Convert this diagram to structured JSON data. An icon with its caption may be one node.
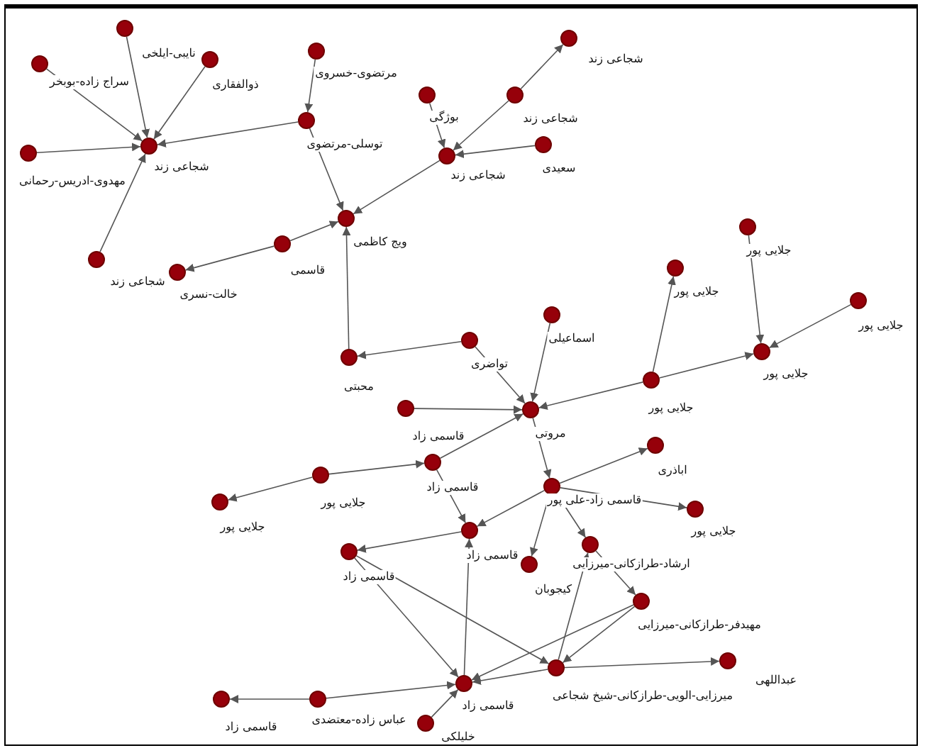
{
  "diagram": {
    "nodes": [
      {
        "text": [
          "نایبی-ایلخی"
        ]
      },
      {
        "text": [
          "سراج زاده-بوبخر"
        ]
      },
      {
        "text": [
          "ذوالفقاری"
        ]
      },
      {
        "text": [
          "مهدوی-ادریس-رحمانی"
        ]
      },
      {
        "text": [
          "شجاعی زند"
        ]
      },
      {
        "text": [
          "شجاعی زند"
        ]
      },
      {
        "text": [
          "مرتضوی-خسروی"
        ]
      },
      {
        "text": [
          "توسلی-مرتضوی"
        ]
      },
      {
        "text": [
          "ویج کاظمی"
        ]
      },
      {
        "text": [
          "قاسمی"
        ]
      },
      {
        "text": [
          "خالت-نسری"
        ]
      },
      {
        "text": [
          "بوژگی"
        ]
      },
      {
        "text": [
          "شجاعی زند"
        ]
      },
      {
        "text": [
          "شجاعی زند"
        ]
      },
      {
        "text": [
          "سعیدی"
        ]
      },
      {
        "text": [
          "شجاعی زند"
        ]
      },
      {
        "text": [
          "محبتی"
        ]
      },
      {
        "text": [
          "تواضری"
        ]
      },
      {
        "text": [
          "اسماعیلی"
        ]
      },
      {
        "text": [
          "مروتی"
        ]
      },
      {
        "text": [
          "قاسمی زاد"
        ]
      },
      {
        "text": [
          "جلایی پور"
        ]
      },
      {
        "text": [
          "جلایی پور"
        ]
      },
      {
        "text": [
          "جلایی پور"
        ]
      },
      {
        "text": [
          "جلایی پور"
        ]
      },
      {
        "text": [
          "جلایی پور"
        ]
      },
      {
        "text": [
          "قاسمی زاد"
        ]
      },
      {
        "text": [
          "جلایی پور"
        ]
      },
      {
        "text": [
          "جلایی پور"
        ]
      },
      {
        "text": [
          "قاسمی زاد-علی پور"
        ]
      },
      {
        "text": [
          "اباذری"
        ]
      },
      {
        "text": [
          "جلایی پور"
        ]
      },
      {
        "text": [
          "قاسمی زاد"
        ]
      },
      {
        "text": [
          "کیجوبان"
        ]
      },
      {
        "text": [
          "ارشاد-طرازکانی-میرزایی"
        ]
      },
      {
        "text": [
          "قاسمی زاد"
        ]
      },
      {
        "text": [
          "مهیدفر-طرازکانی-میرزایی"
        ]
      },
      {
        "text": [
          "قاسمی زاد"
        ]
      },
      {
        "text": [
          "میرزایی-الویی-طرازکانی-شیخ شجاعی"
        ]
      },
      {
        "text": [
          "عبداللهی"
        ]
      },
      {
        "text": [
          "عباس زاده-معتضدی"
        ]
      },
      {
        "text": [
          "قاسمی زاد"
        ]
      },
      {
        "text": [
          "خلیلکی"
        ]
      }
    ],
    "edges": [
      {
        "from": 0,
        "to": 4,
        "arrow": "to"
      },
      {
        "from": 1,
        "to": 4,
        "arrow": "to"
      },
      {
        "from": 2,
        "to": 4,
        "arrow": "to"
      },
      {
        "from": 3,
        "to": 4,
        "arrow": "to"
      },
      {
        "from": 5,
        "to": 4,
        "arrow": "to"
      },
      {
        "from": 7,
        "to": 4,
        "arrow": "to"
      },
      {
        "from": 6,
        "to": 7,
        "arrow": "to"
      },
      {
        "from": 7,
        "to": 8,
        "arrow": "to"
      },
      {
        "from": 15,
        "to": 8,
        "arrow": "to"
      },
      {
        "from": 9,
        "to": 8,
        "arrow": "to"
      },
      {
        "from": 9,
        "to": 10,
        "arrow": "to"
      },
      {
        "from": 16,
        "to": 8,
        "arrow": "to"
      },
      {
        "from": 11,
        "to": 15,
        "arrow": "to"
      },
      {
        "from": 14,
        "to": 15,
        "arrow": "to"
      },
      {
        "from": 13,
        "to": 15,
        "arrow": "to"
      },
      {
        "from": 13,
        "to": 12,
        "arrow": "to"
      },
      {
        "from": 17,
        "to": 16,
        "arrow": "to"
      },
      {
        "from": 17,
        "to": 19,
        "arrow": "to"
      },
      {
        "from": 18,
        "to": 19,
        "arrow": "to"
      },
      {
        "from": 20,
        "to": 19,
        "arrow": "to"
      },
      {
        "from": 25,
        "to": 19,
        "arrow": "to"
      },
      {
        "from": 25,
        "to": 21,
        "arrow": "to"
      },
      {
        "from": 25,
        "to": 24,
        "arrow": "to"
      },
      {
        "from": 22,
        "to": 24,
        "arrow": "to"
      },
      {
        "from": 23,
        "to": 24,
        "arrow": "to"
      },
      {
        "from": 26,
        "to": 19,
        "arrow": "to"
      },
      {
        "from": 27,
        "to": 26,
        "arrow": "to"
      },
      {
        "from": 27,
        "to": 28,
        "arrow": "to"
      },
      {
        "from": 19,
        "to": 29,
        "arrow": "to"
      },
      {
        "from": 29,
        "to": 30,
        "arrow": "to"
      },
      {
        "from": 29,
        "to": 32,
        "arrow": "to"
      },
      {
        "from": 29,
        "to": 33,
        "arrow": "to"
      },
      {
        "from": 29,
        "to": 34,
        "arrow": "to"
      },
      {
        "from": 29,
        "to": 31,
        "arrow": "to"
      },
      {
        "from": 26,
        "to": 32,
        "arrow": "to"
      },
      {
        "from": 32,
        "to": 35,
        "arrow": "to"
      },
      {
        "from": 37,
        "to": 32,
        "arrow": "to"
      },
      {
        "from": 35,
        "to": 37,
        "arrow": "to"
      },
      {
        "from": 35,
        "to": 38,
        "arrow": "to"
      },
      {
        "from": 40,
        "to": 37,
        "arrow": "to"
      },
      {
        "from": 40,
        "to": 41,
        "arrow": "to"
      },
      {
        "from": 42,
        "to": 37,
        "arrow": "to"
      },
      {
        "from": 38,
        "to": 37,
        "arrow": "to"
      },
      {
        "from": 38,
        "to": 34,
        "arrow": "to"
      },
      {
        "from": 38,
        "to": 39,
        "arrow": "to"
      },
      {
        "from": 36,
        "to": 38,
        "arrow": "to"
      },
      {
        "from": 36,
        "to": 37,
        "arrow": "to"
      },
      {
        "from": 34,
        "to": 36,
        "arrow": "to"
      }
    ]
  }
}
